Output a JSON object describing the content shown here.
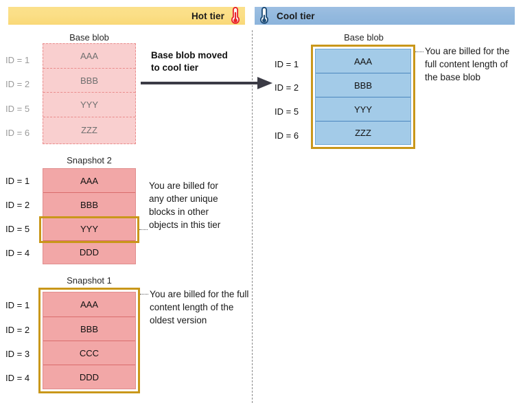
{
  "tiers": {
    "hot": {
      "label": "Hot tier",
      "icon": "thermometer-hot-icon",
      "color": "#fbdf87",
      "accent": "#e8262b"
    },
    "cool": {
      "label": "Cool tier",
      "icon": "thermometer-cool-icon",
      "color": "#93b9de",
      "accent": "#1f4e79"
    }
  },
  "transition": {
    "label_line1": "Base blob moved",
    "label_line2": "to cool tier",
    "arrow": "right-arrow-icon"
  },
  "hot_tier": {
    "base_blob": {
      "title": "Base blob",
      "state": "moved-away",
      "rows": [
        {
          "id": "ID = 1",
          "value": "AAA"
        },
        {
          "id": "ID = 2",
          "value": "BBB"
        },
        {
          "id": "ID = 5",
          "value": "YYY"
        },
        {
          "id": "ID = 6",
          "value": "ZZZ"
        }
      ]
    },
    "snapshot2": {
      "title": "Snapshot 2",
      "rows": [
        {
          "id": "ID = 1",
          "value": "AAA",
          "billed": false
        },
        {
          "id": "ID = 2",
          "value": "BBB",
          "billed": false
        },
        {
          "id": "ID = 5",
          "value": "YYY",
          "billed": true
        },
        {
          "id": "ID = 4",
          "value": "DDD",
          "billed": false
        }
      ],
      "annotation": "You are billed for any other unique blocks in other objects in this tier"
    },
    "snapshot1": {
      "title": "Snapshot 1",
      "billed_whole": true,
      "rows": [
        {
          "id": "ID = 1",
          "value": "AAA"
        },
        {
          "id": "ID = 2",
          "value": "BBB"
        },
        {
          "id": "ID = 3",
          "value": "CCC"
        },
        {
          "id": "ID = 4",
          "value": "DDD"
        }
      ],
      "annotation": "You are billed for the full content length of the oldest version"
    }
  },
  "cool_tier": {
    "base_blob": {
      "title": "Base blob",
      "billed_whole": true,
      "rows": [
        {
          "id": "ID = 1",
          "value": "AAA"
        },
        {
          "id": "ID = 2",
          "value": "BBB"
        },
        {
          "id": "ID = 5",
          "value": "YYY"
        },
        {
          "id": "ID = 6",
          "value": "ZZZ"
        }
      ],
      "annotation": "You are billed for the full content length of the base blob"
    }
  },
  "colors": {
    "pink_fill": "#f2a7a7",
    "pink_ghost_fill": "#f9cfcf",
    "blue_fill": "#a3cbe8",
    "gold": "#c9971a",
    "hot_bar": "#fbdf87",
    "cool_bar": "#93b9de"
  }
}
